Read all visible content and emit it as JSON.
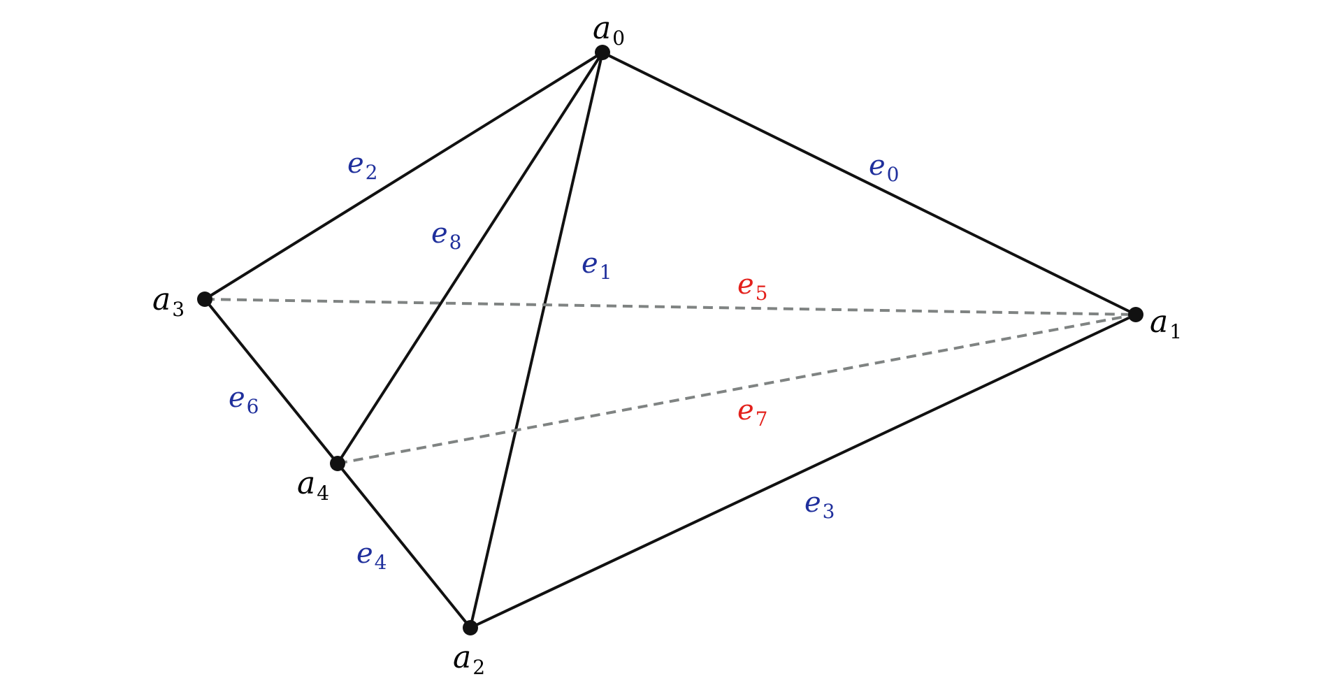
{
  "colors": {
    "vertex": "#111111",
    "solid_edge": "#111111",
    "dashed_edge": "#7f8382",
    "label_blue": "#1f2f9c",
    "label_red": "#e3211c",
    "label_black": "#000000"
  },
  "vertices": [
    {
      "id": "a0",
      "base": "a",
      "sub": "0"
    },
    {
      "id": "a1",
      "base": "a",
      "sub": "1"
    },
    {
      "id": "a2",
      "base": "a",
      "sub": "2"
    },
    {
      "id": "a3",
      "base": "a",
      "sub": "3"
    },
    {
      "id": "a4",
      "base": "a",
      "sub": "4"
    }
  ],
  "edges": [
    {
      "id": "e0",
      "base": "e",
      "sub": "0",
      "from": "a0",
      "to": "a1",
      "style": "solid",
      "label_color": "blue"
    },
    {
      "id": "e1",
      "base": "e",
      "sub": "1",
      "from": "a0",
      "to": "a2",
      "style": "solid",
      "label_color": "blue"
    },
    {
      "id": "e2",
      "base": "e",
      "sub": "2",
      "from": "a0",
      "to": "a3",
      "style": "solid",
      "label_color": "blue"
    },
    {
      "id": "e3",
      "base": "e",
      "sub": "3",
      "from": "a1",
      "to": "a2",
      "style": "solid",
      "label_color": "blue"
    },
    {
      "id": "e4",
      "base": "e",
      "sub": "4",
      "from": "a2",
      "to": "a4",
      "style": "solid",
      "label_color": "blue"
    },
    {
      "id": "e5",
      "base": "e",
      "sub": "5",
      "from": "a3",
      "to": "a1",
      "style": "dashed",
      "label_color": "red"
    },
    {
      "id": "e6",
      "base": "e",
      "sub": "6",
      "from": "a3",
      "to": "a4",
      "style": "solid",
      "label_color": "blue"
    },
    {
      "id": "e7",
      "base": "e",
      "sub": "7",
      "from": "a4",
      "to": "a1",
      "style": "dashed",
      "label_color": "red"
    },
    {
      "id": "e8",
      "base": "e",
      "sub": "8",
      "from": "a0",
      "to": "a4",
      "style": "solid",
      "label_color": "blue"
    }
  ]
}
